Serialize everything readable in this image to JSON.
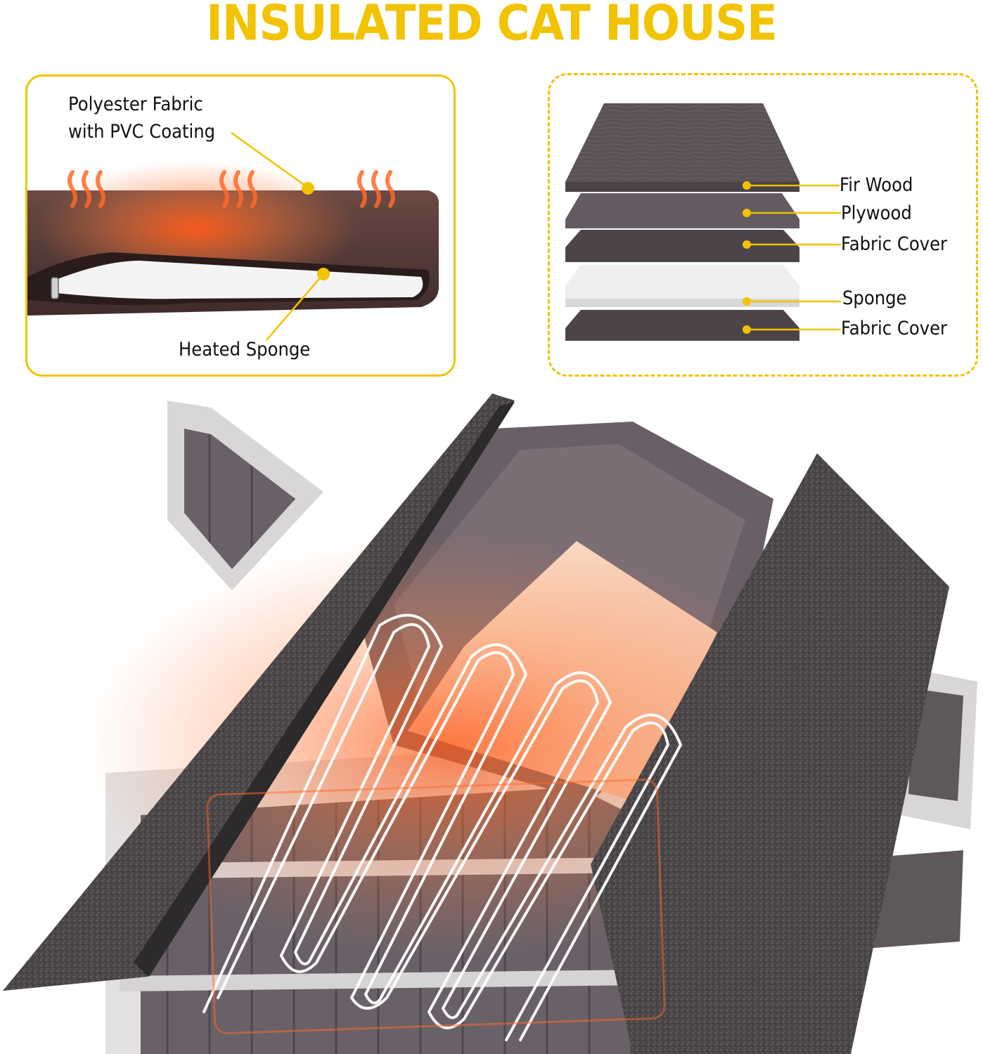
{
  "title": "INSULATED CAT HOUSE",
  "colors": {
    "accent": "#f2c300",
    "heat": "#ff6a2a",
    "roof": "#4a4546",
    "wood": "#5f5860"
  },
  "cushion_callout": {
    "fabric_label_line1": "Polyester Fabric",
    "fabric_label_line2": "with PVC Coating",
    "sponge_label": "Heated Sponge"
  },
  "layers_callout": {
    "layers": [
      {
        "label": "Fir Wood"
      },
      {
        "label": "Plywood"
      },
      {
        "label": "Fabric Cover"
      },
      {
        "label": "Sponge"
      },
      {
        "label": "Fabric Cover"
      }
    ]
  },
  "product_photo": {
    "icon": "heating-coil-icon"
  }
}
